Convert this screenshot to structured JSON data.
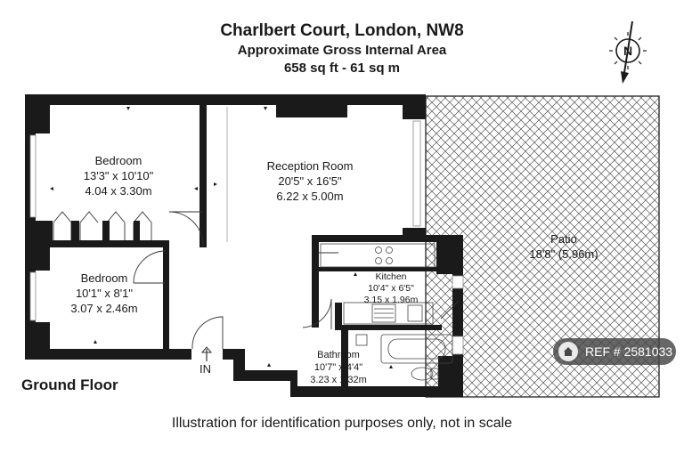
{
  "header": {
    "title": "Charlbert Court, London, NW8",
    "subtitle": "Approximate Gross Internal Area",
    "area": "658 sq ft - 61 sq m"
  },
  "compass": {
    "letter": "N"
  },
  "rooms": {
    "bedroom1": {
      "name": "Bedroom",
      "imperial": "13'3\" x 10'10\"",
      "metric": "4.04 x 3.30m"
    },
    "reception": {
      "name": "Reception Room",
      "imperial": "20'5\" x 16'5\"",
      "metric": "6.22 x 5.00m"
    },
    "patio": {
      "name": "Patio",
      "imperial": "18'8\" (5.96m)"
    },
    "bedroom2": {
      "name": "Bedroom",
      "imperial": "10'1\" x 8'1\"",
      "metric": "3.07 x 2.46m"
    },
    "kitchen": {
      "name": "Kitchen",
      "imperial": "10'4\" x 6'5\"",
      "metric": "3.15 x 1.96m"
    },
    "bathroom": {
      "name": "Bathroom",
      "imperial": "10'7\" x 4'4\"",
      "metric": "3.23 x 1.32m"
    }
  },
  "entrance": {
    "label": "IN"
  },
  "floor_label": "Ground Floor",
  "footer_note": "Illustration for identification purposes only, not in scale",
  "watermark": {
    "text": "REF # 2581033",
    "icon": "house-icon"
  },
  "colors": {
    "wall": "#1a1a1a",
    "patio_hatch": "#555555",
    "watermark_bg": "#464646"
  }
}
